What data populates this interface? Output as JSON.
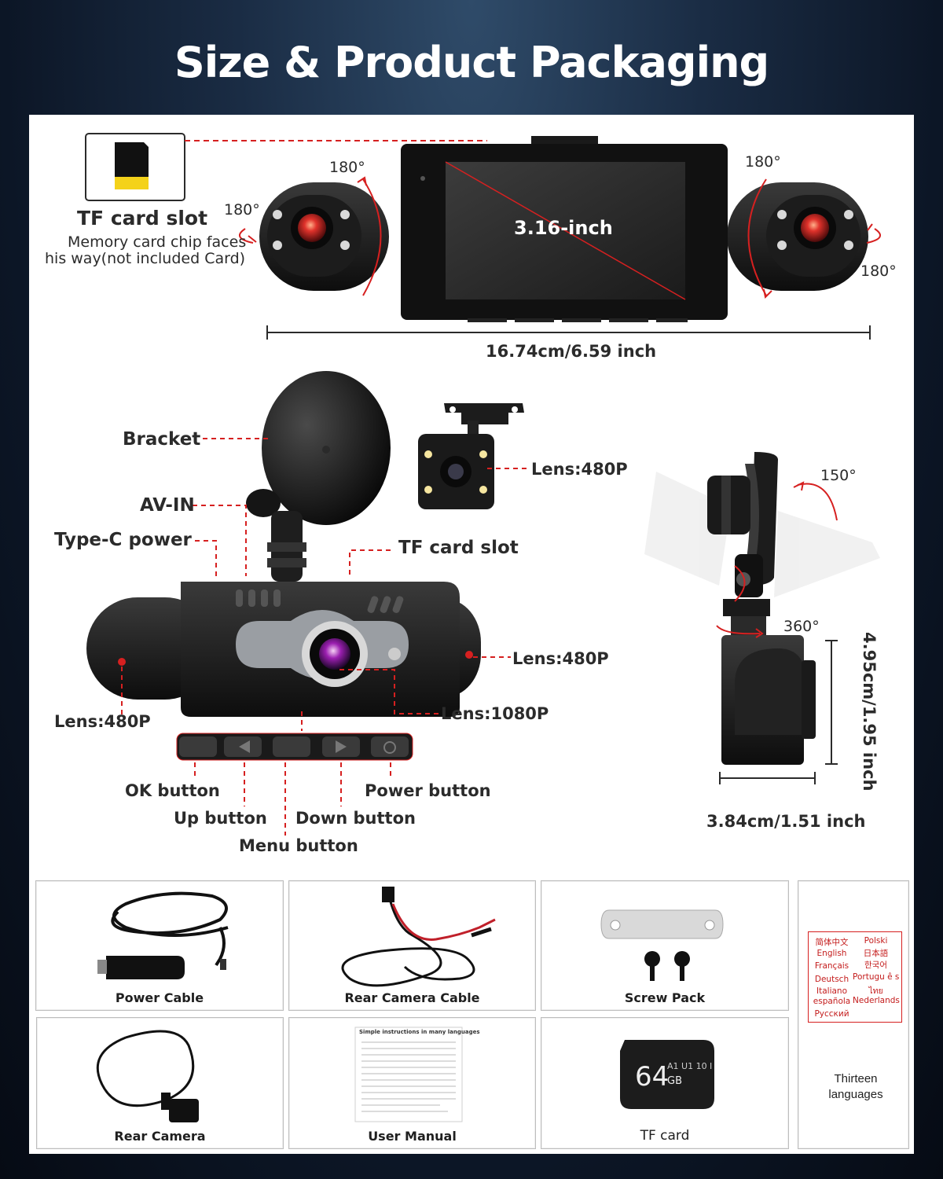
{
  "title": "Size & Product Packaging",
  "top_view": {
    "tf_label": "TF card slot",
    "tf_note_1": "Memory card chip faces",
    "tf_note_2": "his way(not included  Card)",
    "screen_size": "3.16-inch",
    "rot_a": "180°",
    "rot_b": "180°",
    "rot_c": "180°",
    "rot_d": "180°",
    "width": "16.74cm/6.59 inch"
  },
  "front_view": {
    "bracket": "Bracket",
    "av_in": "AV-IN",
    "type_c": "Type-C power",
    "tf_slot": "TF card slot",
    "rear_lens": "Lens:480P",
    "side_lens_right": "Lens:480P",
    "side_lens_left": "Lens:480P",
    "main_lens": "Lens:1080P",
    "buttons": {
      "ok": "OK button",
      "up": "Up button",
      "menu": "Menu button",
      "down": "Down button",
      "power": "Power button"
    }
  },
  "side_view": {
    "tilt": "150°",
    "swivel": "360°",
    "height": "4.95cm/1.95 inch",
    "depth": "3.84cm/1.51 inch"
  },
  "package": [
    {
      "label": "Power Cable"
    },
    {
      "label": "Rear Camera Cable"
    },
    {
      "label": "Screw Pack"
    },
    {
      "label": "Rear Camera"
    },
    {
      "label": "User Manual"
    },
    {
      "label": "TF card"
    }
  ],
  "manual_heading": "Simple instructions in many languages",
  "sd_card": {
    "capacity": "64",
    "unit": "GB",
    "marks": "A1 U1 10 I"
  },
  "languages": [
    "简体中文",
    "English",
    "Français",
    "Deutsch",
    "Italiano",
    "española",
    "Русский",
    "Polski",
    "日本語",
    "한국어",
    "Portugu ê s",
    "ไทย",
    "Nederlands"
  ],
  "languages_caption_1": "Thirteen",
  "languages_caption_2": "languages",
  "colors": {
    "accent_red": "#d62020",
    "panel": "#ffffff",
    "background": "#0c1626"
  }
}
